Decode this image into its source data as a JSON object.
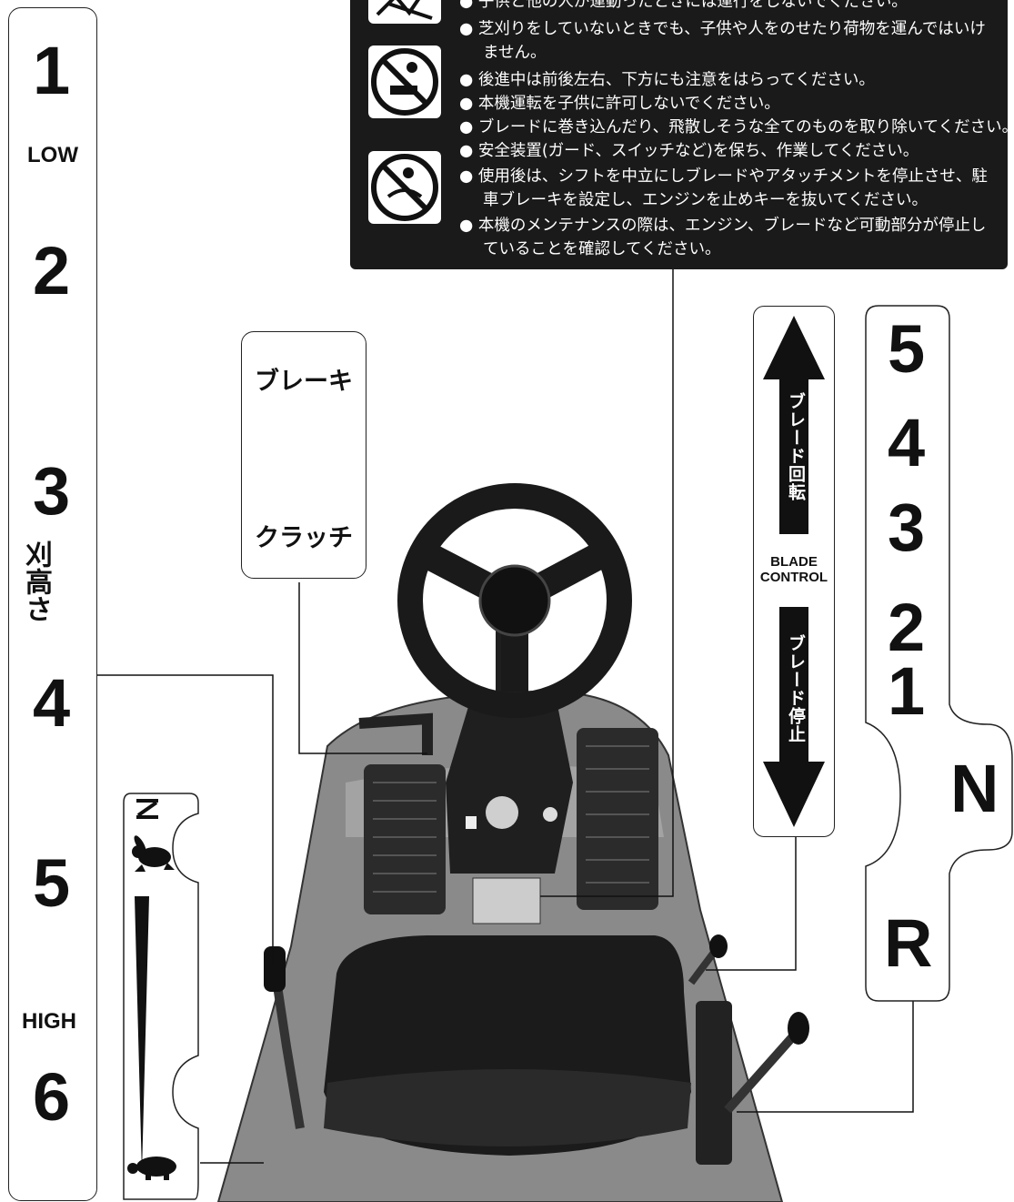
{
  "warning_label": {
    "lines": [
      "● 子供と他の人が運動ったときには運行をしないでください。",
      "● 芝刈りをしていないときでも、子供や人をのせたり荷物を運んではいけ",
      "ません。",
      "● 後進中は前後左右、下方にも注意をはらってください。",
      "● 本機運転を子供に許可しないでください。",
      "● ブレードに巻き込んだり、飛散しそうな全てのものを取り除いてください。",
      "● 安全装置(ガード、スイッチなど)を保ち、作業してください。",
      "● 使用後は、シフトを中立にしブレードやアタッチメントを停止させ、駐",
      "車ブレーキを設定し、エンジンを止めキーを抜いてください。",
      "● 本機のメンテナンスの際は、エンジン、ブレードなど可動部分が停止し",
      "ていることを確認してください。"
    ]
  },
  "height_scale": {
    "low_label": "LOW",
    "high_label": "HIGH",
    "title": "刈高さ",
    "levels": [
      "1",
      "2",
      "3",
      "4",
      "5",
      "6"
    ]
  },
  "brake_panel": {
    "brake_label": "ブレーキ",
    "clutch_label": "クラッチ"
  },
  "blade_control": {
    "rotate_label": "ブレード回転",
    "stop_label": "ブレード停止",
    "english_line1": "BLADE",
    "english_line2": "CONTROL"
  },
  "gear_shift": {
    "forward": [
      "5",
      "4",
      "3",
      "2",
      "1"
    ],
    "neutral": "N",
    "reverse": "R"
  },
  "throttle": {
    "fast_icon": "rabbit-icon",
    "slow_icon": "turtle-icon"
  }
}
